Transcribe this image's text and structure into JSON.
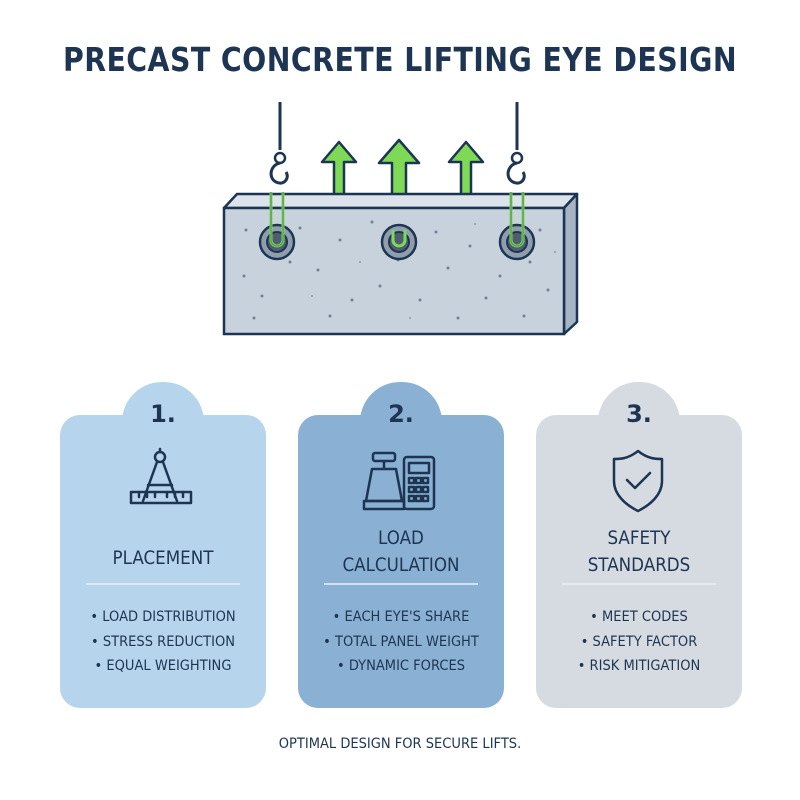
{
  "title": "PRECAST CONCRETE LIFTING EYE DESIGN",
  "illustration": {
    "icons": [
      "crane-hook-icon",
      "up-arrow-icon",
      "lifting-eye-icon",
      "concrete-panel-icon"
    ],
    "colors": {
      "panel": "#c8d2dd",
      "arrow": "#7ed957",
      "outline": "#1d3552"
    }
  },
  "cards": [
    {
      "number": "1.",
      "icon": "compass-ruler-icon",
      "title_lines": [
        "PLACEMENT"
      ],
      "items": [
        "LOAD DISTRIBUTION",
        "STRESS REDUCTION",
        "EQUAL WEIGHTING"
      ],
      "color": "#b6d4ec"
    },
    {
      "number": "2.",
      "icon": "scale-calculator-icon",
      "title_lines": [
        "LOAD",
        "CALCULATION"
      ],
      "items": [
        "EACH EYE'S SHARE",
        "TOTAL PANEL WEIGHT",
        "DYNAMIC FORCES"
      ],
      "color": "#8ab1d3"
    },
    {
      "number": "3.",
      "icon": "shield-check-icon",
      "title_lines": [
        "SAFETY",
        "STANDARDS"
      ],
      "items": [
        "MEET CODES",
        "SAFETY FACTOR",
        "RISK MITIGATION"
      ],
      "color": "#d6dbe2"
    }
  ],
  "footer": "OPTIMAL DESIGN FOR SECURE LIFTS."
}
